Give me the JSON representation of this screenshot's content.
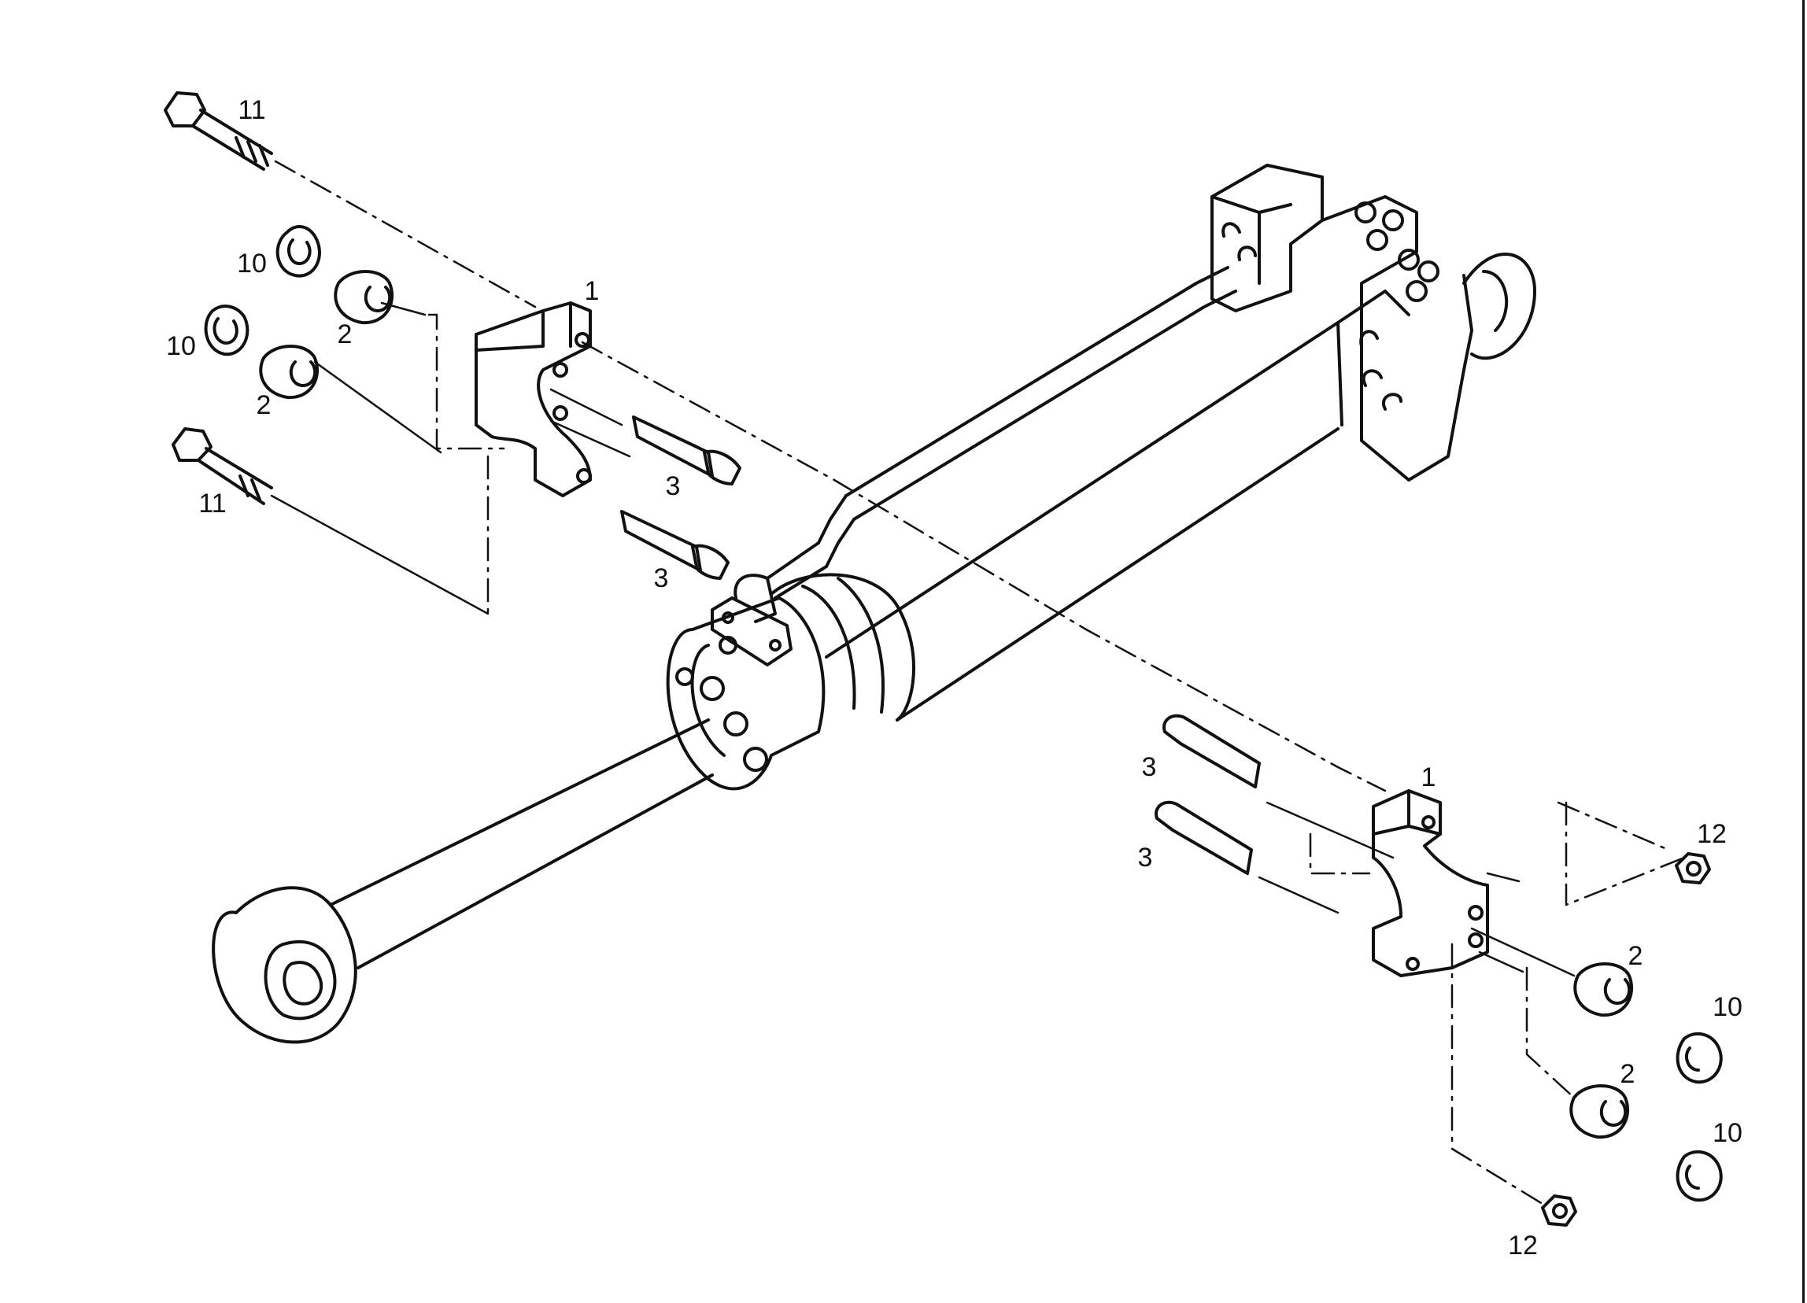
{
  "colors": {
    "ink": "#111111",
    "paper": "#ffffff"
  },
  "callouts": {
    "c11_top": "11",
    "c10_a": "10",
    "c10_b": "10",
    "c2_a": "2",
    "c2_b": "2",
    "c1_left": "1",
    "c11_bottom": "11",
    "c3_a": "3",
    "c3_b": "3",
    "c3_c": "3",
    "c3_d": "3",
    "c1_right": "1",
    "c12_a": "12",
    "c2_c": "2",
    "c10_c": "10",
    "c2_d": "2",
    "c10_d": "10",
    "c12_b": "12"
  }
}
